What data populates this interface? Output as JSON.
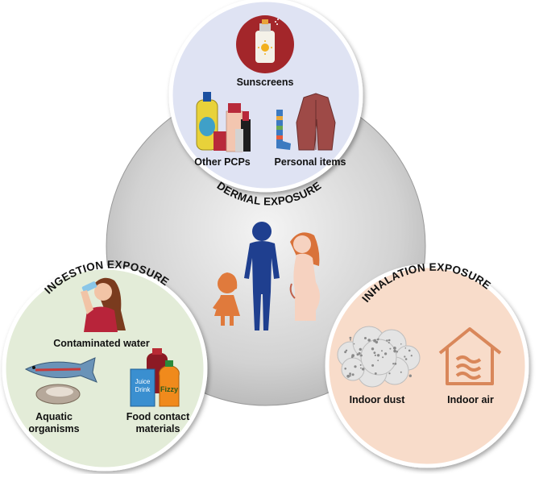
{
  "dermal": {
    "title": "DERMAL EXPOSURE",
    "items": [
      "Sunscreens",
      "Other PCPs",
      "Personal items"
    ]
  },
  "ingestion": {
    "title": "INGESTION EXPOSURE",
    "items": [
      "Contaminated water",
      "Aquatic",
      "organisms",
      "Food contact",
      "materials"
    ],
    "juice_text": [
      "Juice",
      "Drink"
    ],
    "fizzy_text": "Fizzy"
  },
  "inhalation": {
    "title": "INHALATION EXPOSURE",
    "items": [
      "Indoor dust",
      "Indoor air"
    ]
  },
  "center": {
    "figures": [
      "child",
      "man",
      "pregnant-woman"
    ]
  },
  "colors": {
    "dermal_bg": "#dfe3f3",
    "ingestion_bg": "#e3ecd8",
    "inhalation_bg": "#f8dcca",
    "center_grey": "#c9c9c9",
    "man": "#1f3f8f",
    "child": "#e07a3c",
    "woman_hair": "#d9723a",
    "woman_skin": "#f6d2c0",
    "icon_orange": "#d9875a"
  }
}
